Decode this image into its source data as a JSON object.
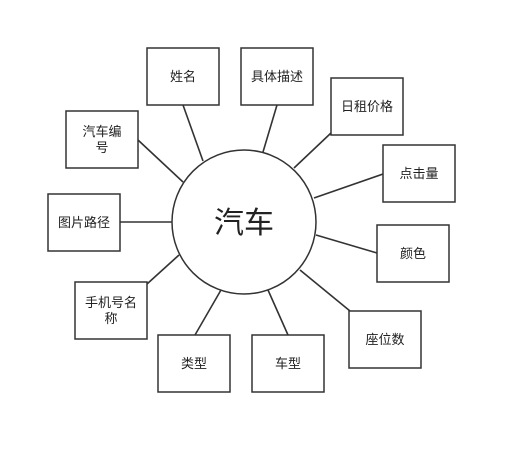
{
  "diagram": {
    "center": {
      "label": "汽车"
    },
    "attributes": [
      {
        "id": "name",
        "lines": [
          "姓名"
        ]
      },
      {
        "id": "description",
        "lines": [
          "具体描述"
        ]
      },
      {
        "id": "daily-rent",
        "lines": [
          "日租价格"
        ]
      },
      {
        "id": "clicks",
        "lines": [
          "点击量"
        ]
      },
      {
        "id": "color",
        "lines": [
          "颜色"
        ]
      },
      {
        "id": "seats",
        "lines": [
          "座位数"
        ]
      },
      {
        "id": "car-model",
        "lines": [
          "车型"
        ]
      },
      {
        "id": "type",
        "lines": [
          "类型"
        ]
      },
      {
        "id": "phone-name",
        "lines": [
          "手机号名",
          "称"
        ]
      },
      {
        "id": "image-path",
        "lines": [
          "图片路径"
        ]
      },
      {
        "id": "car-number",
        "lines": [
          "汽车编",
          "号"
        ]
      }
    ]
  }
}
